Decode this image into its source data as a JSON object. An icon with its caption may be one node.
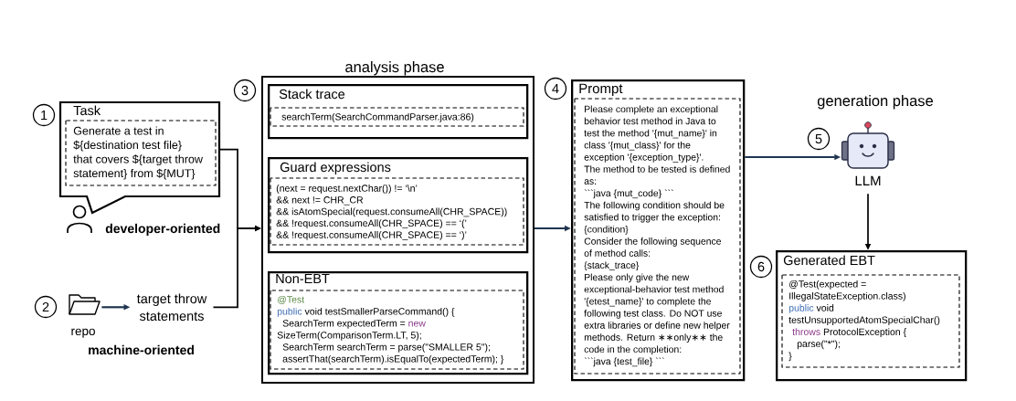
{
  "diagram": {
    "nodes": [
      {
        "text": [
          "1"
        ]
      },
      {
        "text": [
          "Task",
          "Generate a test in ${destination test file} that covers ${target throw statement} from ${MUT}"
        ]
      },
      {
        "text": [
          "2"
        ]
      },
      {
        "text": [
          "repo"
        ]
      },
      {
        "text": [
          "target throw statements"
        ]
      },
      {
        "text": [
          "3"
        ]
      },
      {
        "text": [
          "analysis phase"
        ]
      },
      {
        "text": [
          "Stack trace",
          "searchTerm(SearchCommandParser.java:86)"
        ],
        "in": 6
      },
      {
        "text": [
          "Guard expressions",
          "(next = request.nextChar()) != ‘\\n’ && next != CHR_CR && isAtomSpecial(request.consumeAll(CHR_SPACE)) && !request.consumeAll(CHR_SPACE) == ‘(’ && !request.consumeAll(CHR_SPACE) == ‘)’"
        ],
        "in": 6
      },
      {
        "text": [
          "Non-EBT",
          "@Test public void testSmallerParseCommand() { SearchTerm expectedTerm = new SizeTerm(ComparisonTerm.LT, 5); SearchTerm searchTerm = parse(\"SMALLER 5\"); assertThat(searchTerm).isEqualTo(expectedTerm); }"
        ],
        "in": 6
      },
      {
        "text": [
          "4"
        ]
      },
      {
        "text": [
          "Prompt",
          "Please complete an exceptional behavior test method in Java to test the method '{mut_name}' in class '{mut_class}' for the exception '{exception_type}'. The method to be tested is defined as: ```java {mut_code} ``` The following condition should be satisfied to trigger the exception: {condition} Consider the following sequence of method calls: {stack_trace} Please only give the new exceptional-behavior test method '{etest_name}' to complete the following test class. Do NOT use extra libraries or define new helper methods. Return ∗∗only∗∗ the code in the completion: ```java {test_file} ```"
        ]
      },
      {
        "text": [
          "5"
        ]
      },
      {
        "text": [
          "LLM"
        ]
      },
      {
        "text": [
          "6"
        ]
      },
      {
        "text": [
          "Generated EBT",
          "@Test(expected = IllegalStateException.class) public void testUnsupportedAtomSpecialChar() throws ProtocolException { parse(\"*\"); }"
        ]
      }
    ],
    "edges": [
      {
        "from": 1,
        "to": 6,
        "arrow": "to"
      },
      {
        "from": 4,
        "to": 6,
        "arrow": "to"
      },
      {
        "from": 3,
        "to": 4,
        "arrow": "to",
        "color": "#1f3550"
      },
      {
        "from": 6,
        "to": 11,
        "arrow": "to",
        "color": "#1f3550"
      },
      {
        "from": 11,
        "to": 13,
        "arrow": "to",
        "color": "#1f3550"
      },
      {
        "from": 13,
        "to": 15,
        "arrow": "to"
      }
    ],
    "labels": [
      "developer-oriented",
      "machine-oriented",
      "generation phase"
    ]
  }
}
